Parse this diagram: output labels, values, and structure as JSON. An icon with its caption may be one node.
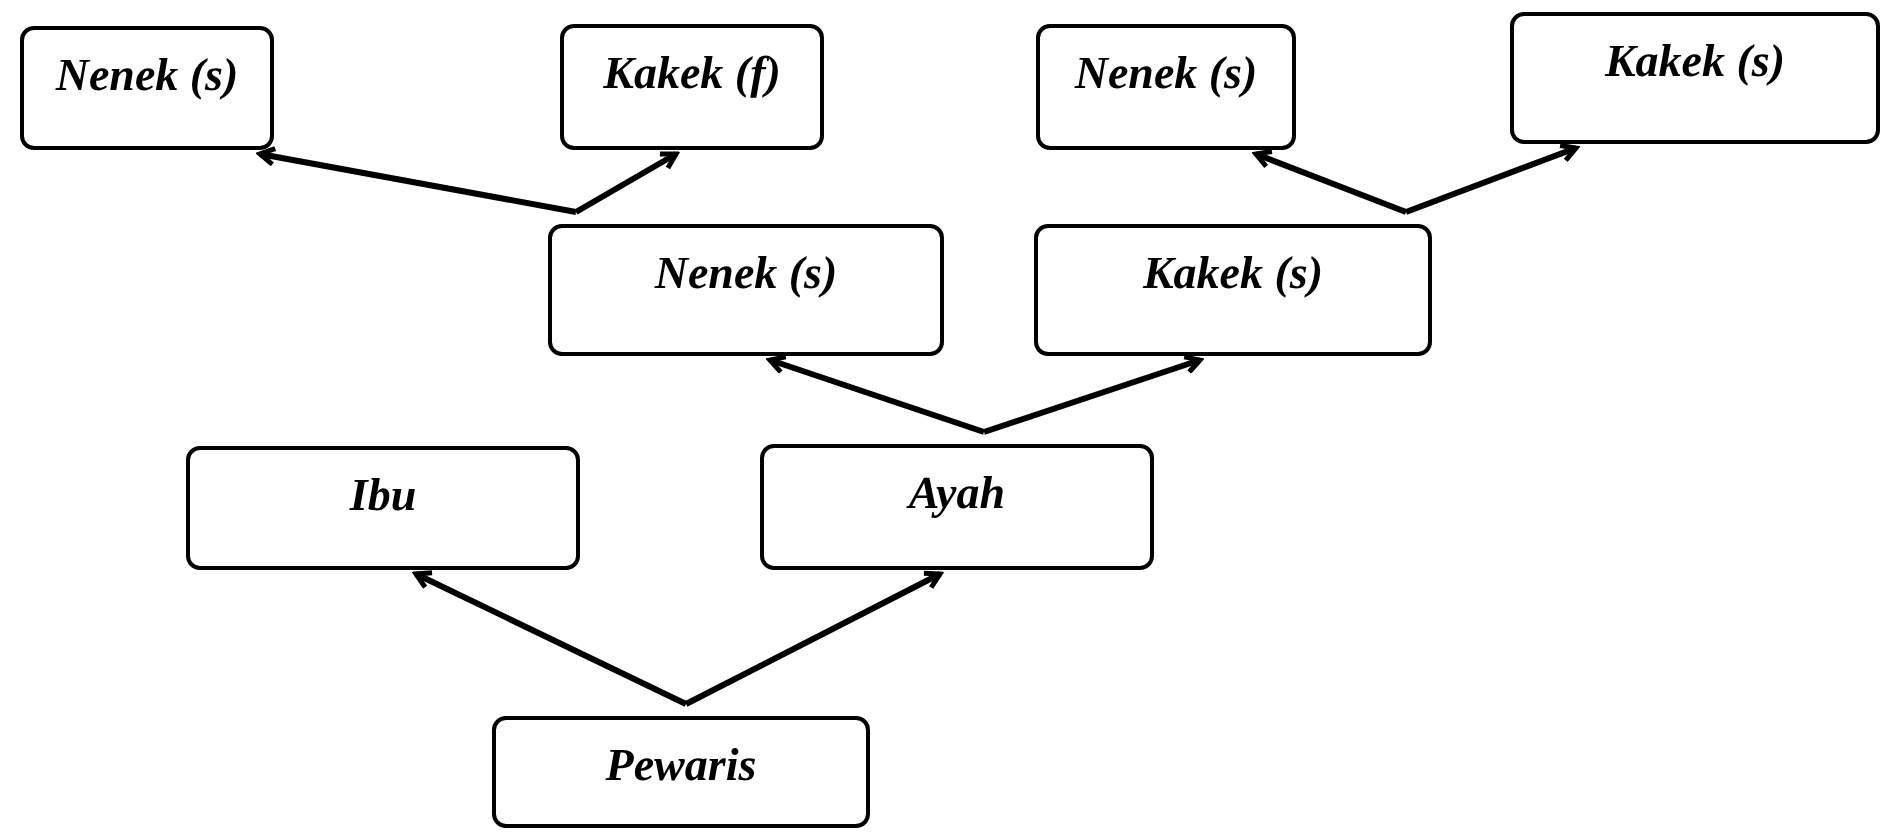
{
  "diagram": {
    "nodes": [
      {
        "text": [
          "Nenek (s)"
        ]
      },
      {
        "text": [
          "Kakek (f)"
        ]
      },
      {
        "text": [
          "Nenek (s)"
        ]
      },
      {
        "text": [
          "Kakek (s)"
        ]
      },
      {
        "text": [
          "Nenek (s)"
        ]
      },
      {
        "text": [
          "Kakek (s)"
        ]
      },
      {
        "text": [
          "Ibu"
        ]
      },
      {
        "text": [
          "Ayah"
        ]
      },
      {
        "text": [
          "Pewaris"
        ]
      }
    ],
    "edges": [
      {
        "from": 8,
        "to": 6,
        "arrow": "to"
      },
      {
        "from": 8,
        "to": 7,
        "arrow": "to"
      },
      {
        "from": 7,
        "to": 4,
        "arrow": "to"
      },
      {
        "from": 7,
        "to": 5,
        "arrow": "to"
      },
      {
        "from": 4,
        "to": 0,
        "arrow": "to"
      },
      {
        "from": 4,
        "to": 1,
        "arrow": "to"
      },
      {
        "from": 5,
        "to": 2,
        "arrow": "to"
      },
      {
        "from": 5,
        "to": 3,
        "arrow": "to"
      }
    ]
  }
}
